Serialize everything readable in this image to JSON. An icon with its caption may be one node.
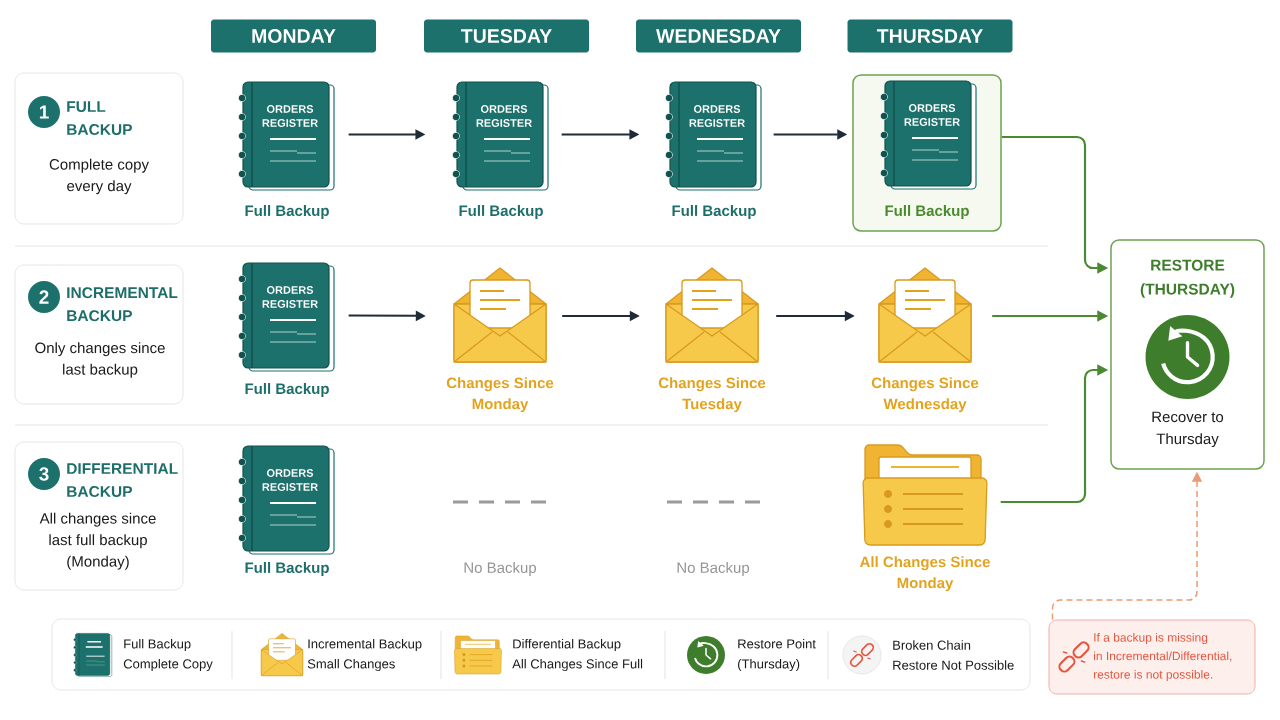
{
  "diagram": {
    "nodes": [
      {
        "text": [
          "MONDAY"
        ]
      },
      {
        "text": [
          "TUESDAY"
        ]
      },
      {
        "text": [
          "WEDNESDAY"
        ]
      },
      {
        "text": [
          "THURSDAY"
        ]
      },
      {
        "text": [
          "FULL BACKUP",
          "Complete copy every day"
        ]
      },
      {
        "text": [
          "1"
        ],
        "in": 4
      },
      {
        "text": [
          "ORDERS REGISTER"
        ],
        "beside": [
          "Full Backup"
        ]
      },
      {
        "text": [
          "ORDERS REGISTER"
        ],
        "beside": [
          "Full Backup"
        ]
      },
      {
        "text": [
          "ORDERS REGISTER"
        ],
        "beside": [
          "Full Backup"
        ]
      },
      {
        "text": [
          "Full Backup"
        ]
      },
      {
        "text": [
          "ORDERS REGISTER"
        ],
        "in": 9
      },
      {
        "text": [
          "INCREMENTAL BACKUP",
          "Only changes since last backup"
        ]
      },
      {
        "text": [
          "2"
        ],
        "in": 11
      },
      {
        "text": [
          "ORDERS REGISTER"
        ],
        "beside": [
          "Full Backup"
        ]
      },
      {
        "text": [],
        "shape": "picture",
        "beside": [
          "Changes Since Monday"
        ]
      },
      {
        "text": [],
        "shape": "picture",
        "beside": [
          "Changes Since Tuesday"
        ]
      },
      {
        "text": [],
        "shape": "picture",
        "beside": [
          "Changes Since Wednesday"
        ]
      },
      {
        "text": [
          "DIFFERENTIAL BACKUP",
          "All changes since last full backup (Monday)"
        ]
      },
      {
        "text": [
          "3"
        ],
        "in": 17
      },
      {
        "text": [
          "ORDERS REGISTER"
        ],
        "beside": [
          "Full Backup"
        ]
      },
      {
        "text": [],
        "shape": "picture",
        "beside": [
          "All Changes Since Monday"
        ]
      },
      {
        "text": [
          "RESTORE (THURSDAY)",
          "Recover to Thursday"
        ]
      },
      {
        "text": [
          "If a backup is missing in Incremental/Differential, restore is not possible."
        ]
      }
    ],
    "edges": [
      {
        "from": 6,
        "to": 7,
        "arrow": "to"
      },
      {
        "from": 7,
        "to": 8,
        "arrow": "to"
      },
      {
        "from": 8,
        "to": 9,
        "arrow": "to"
      },
      {
        "from": 13,
        "to": 14,
        "arrow": "to"
      },
      {
        "from": 14,
        "to": 15,
        "arrow": "to"
      },
      {
        "from": 15,
        "to": 16,
        "arrow": "to"
      },
      {
        "from": 9,
        "to": 21,
        "arrow": "to",
        "color": "#4a8a32"
      },
      {
        "from": 16,
        "to": 21,
        "arrow": "to",
        "color": "#4a8a32"
      },
      {
        "from": 20,
        "to": 21,
        "arrow": "to",
        "color": "#4a8a32"
      },
      {
        "from": 22,
        "to": 21,
        "arrow": "to",
        "style": "dashed",
        "color": "#eb9a72"
      }
    ],
    "labels": [
      "No Backup",
      "No Backup"
    ],
    "legend": [
      {
        "text": "Full Backup Complete Copy"
      },
      {
        "text": "Incremental Backup Small Changes"
      },
      {
        "text": "Differential Backup All Changes Since Full"
      },
      {
        "text": "Restore Point (Thursday)"
      },
      {
        "text": "Broken Chain Restore Not Possible"
      }
    ]
  }
}
